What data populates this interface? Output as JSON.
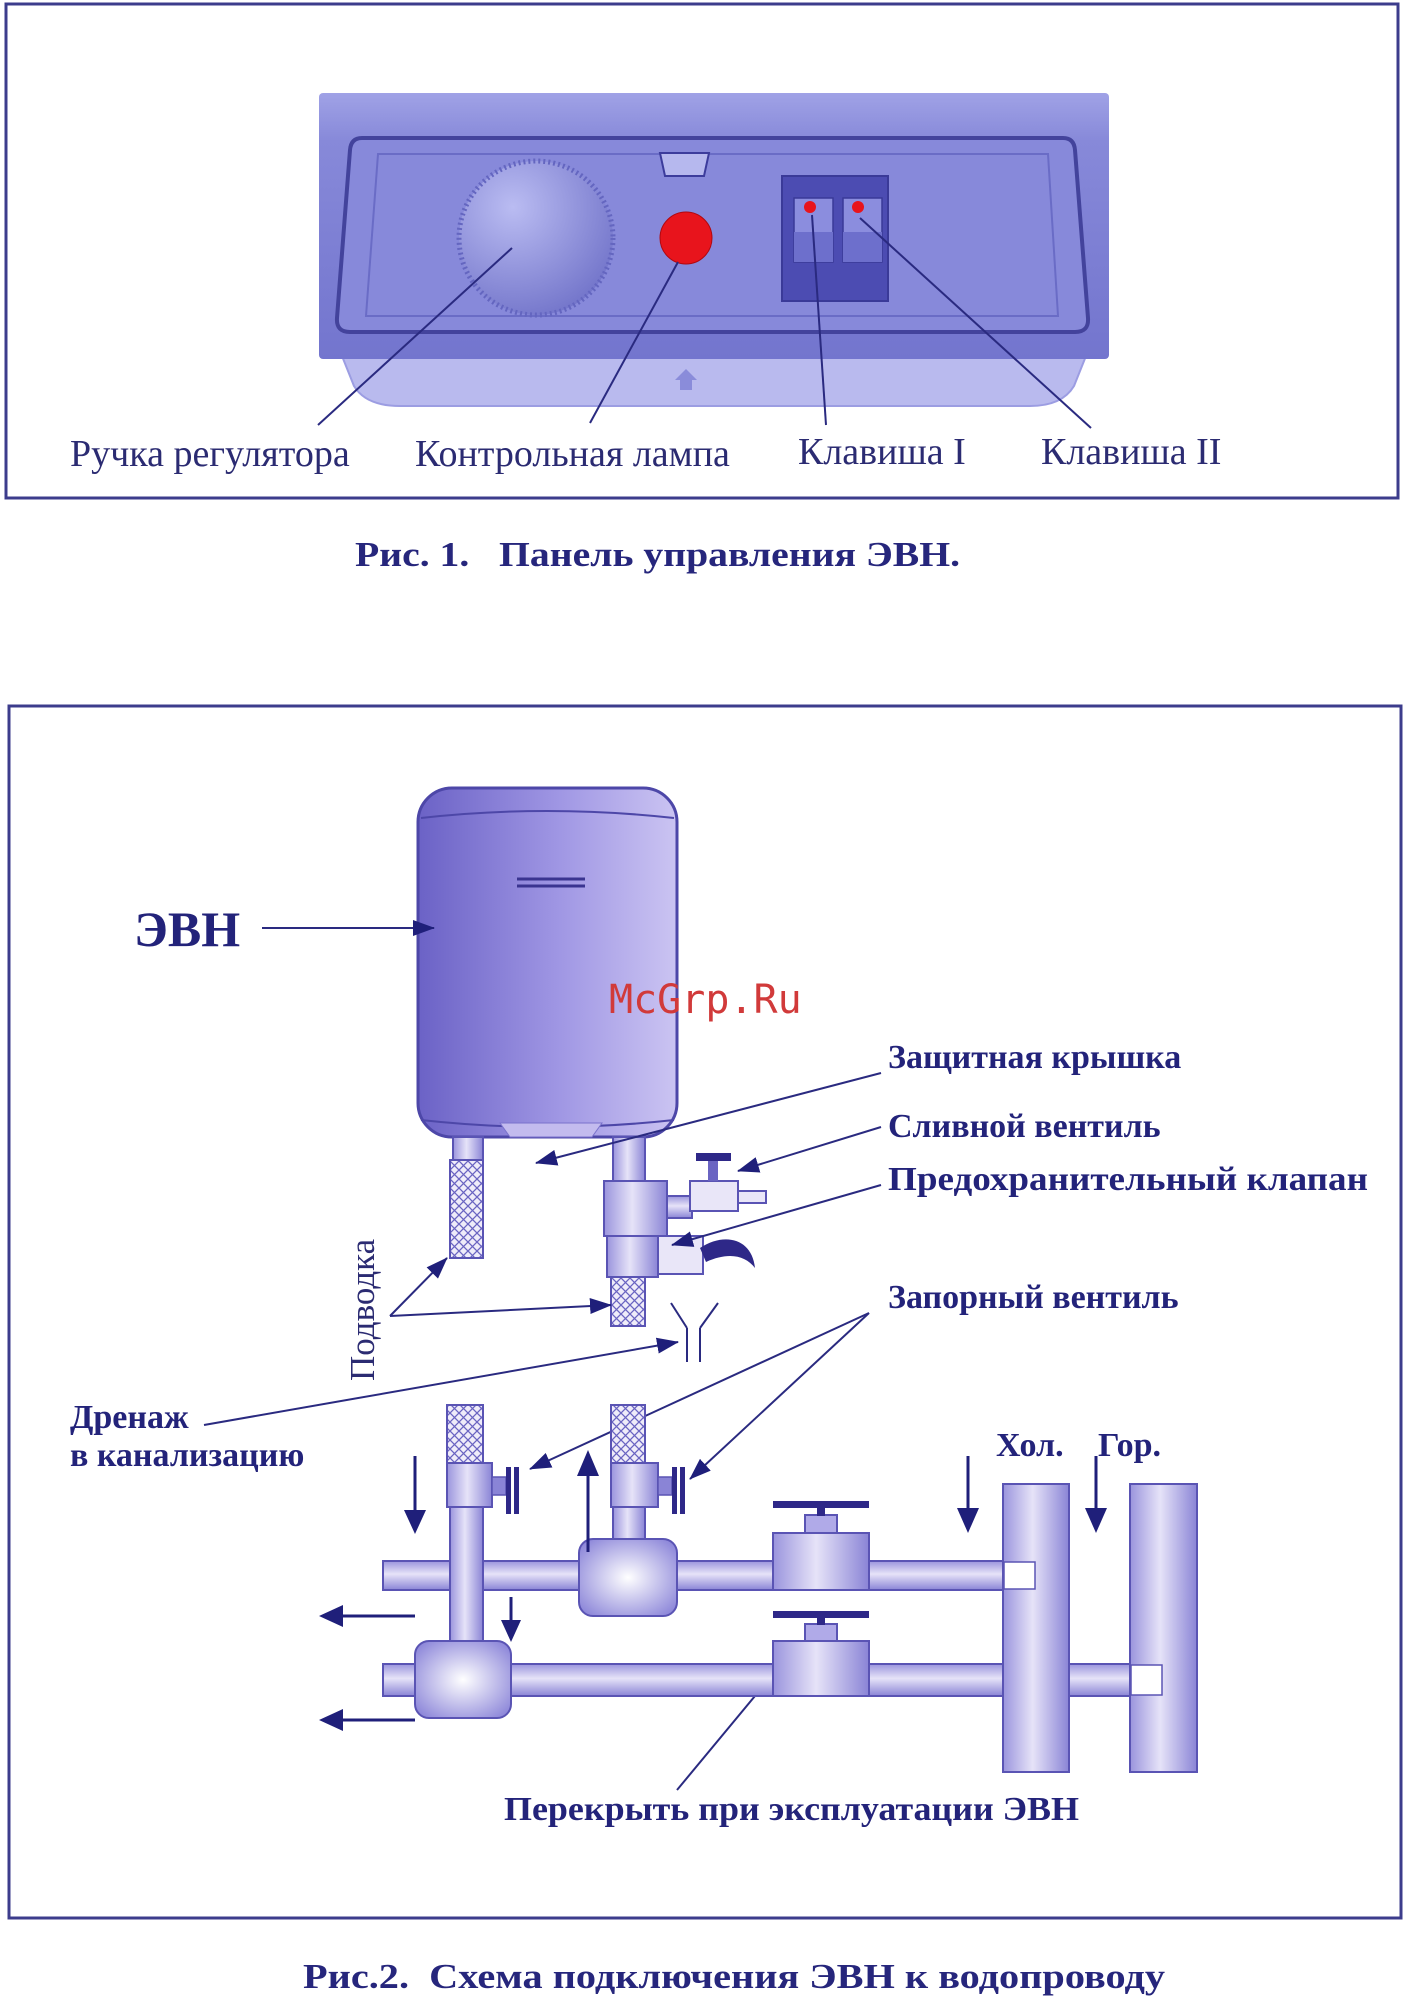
{
  "figure1": {
    "labels": {
      "knob": "Ручка регулятора",
      "lamp": "Контрольная лампа",
      "key1": "Клавиша I",
      "key2": "Клавиша II"
    },
    "caption": "Рис. 1.   Панель управления ЭВН."
  },
  "figure2": {
    "heater_label": "ЭВН",
    "watermark": "McGrp.Ru",
    "labels": {
      "protective_cover": "Защитная крышка",
      "drain_valve": "Сливной вентиль",
      "safety_valve": "Предохранительный клапан",
      "shutoff_valve": "Запорный вентиль",
      "supply": "Подводка",
      "drainage_line1": "Дренаж",
      "drainage_line2": "в канализацию",
      "cold": "Хол.",
      "hot": "Гор.",
      "close_during_use": "Перекрыть при эксплуатации ЭВН"
    },
    "caption": "Рис.2.  Схема подключения ЭВН к водопроводу"
  },
  "colors": {
    "frame": "#3c3c8c",
    "text": "#23237a",
    "indicator_lamp": "#e8141c",
    "watermark": "#d13a3a",
    "heater_body": "#a097e4",
    "panel": "#8587d8"
  }
}
